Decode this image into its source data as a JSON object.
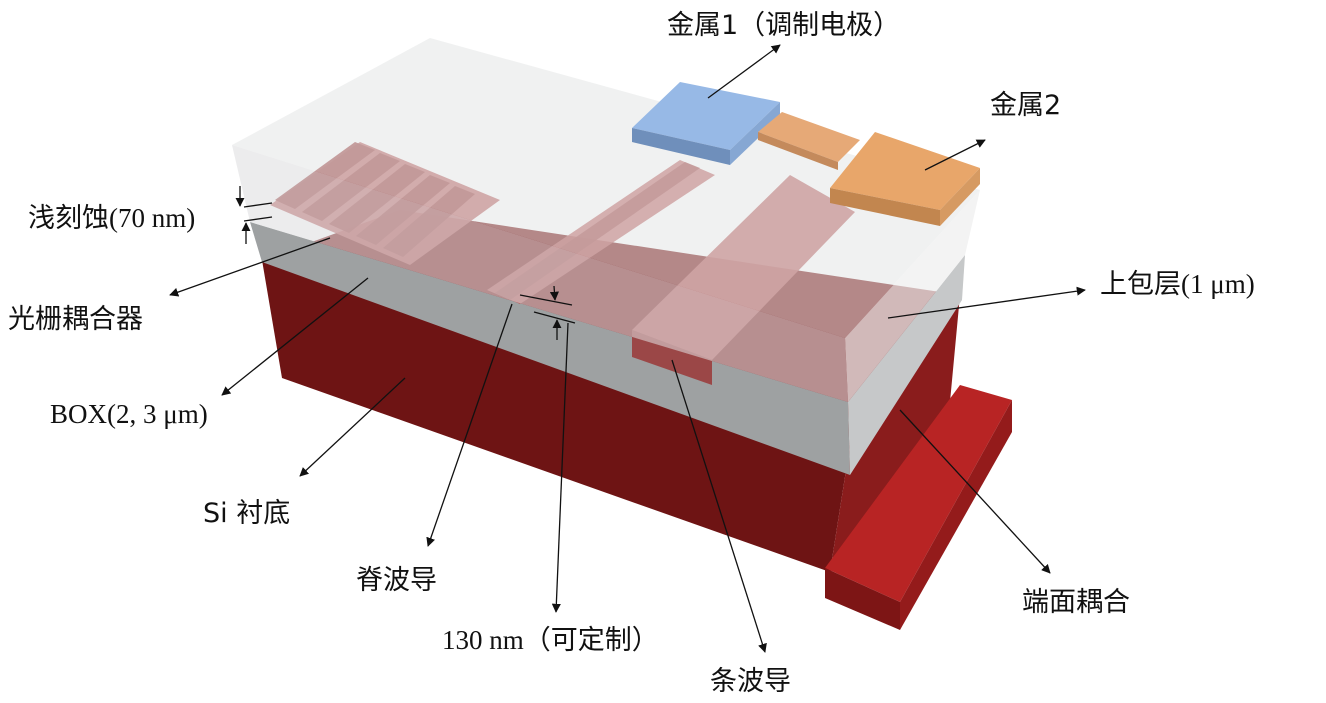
{
  "labels": {
    "metal1": "金属1（调制电极）",
    "metal2": "金属2",
    "shallow_etch": "浅刻蚀(70 nm)",
    "grating_coupler": "光栅耦合器",
    "upper_cladding": "上包层(1 μm)",
    "box": "BOX(2, 3 μm)",
    "substrate": "Si 衬底",
    "ridge_waveguide": "脊波导",
    "ridge_height": "130 nm（可定制）",
    "strip_waveguide": "条波导",
    "edge_coupler": "端面耦合"
  },
  "colors": {
    "substrate_front": "#6e1414",
    "substrate_side": "#8a1c1c",
    "edge_coupler": "#a82222",
    "box_layer": "#b9bcbd",
    "cladding": "#e9eaeb",
    "waveguide": "#b55555",
    "metal1": "#8eb5e8",
    "metal2": "#e8a66a"
  }
}
